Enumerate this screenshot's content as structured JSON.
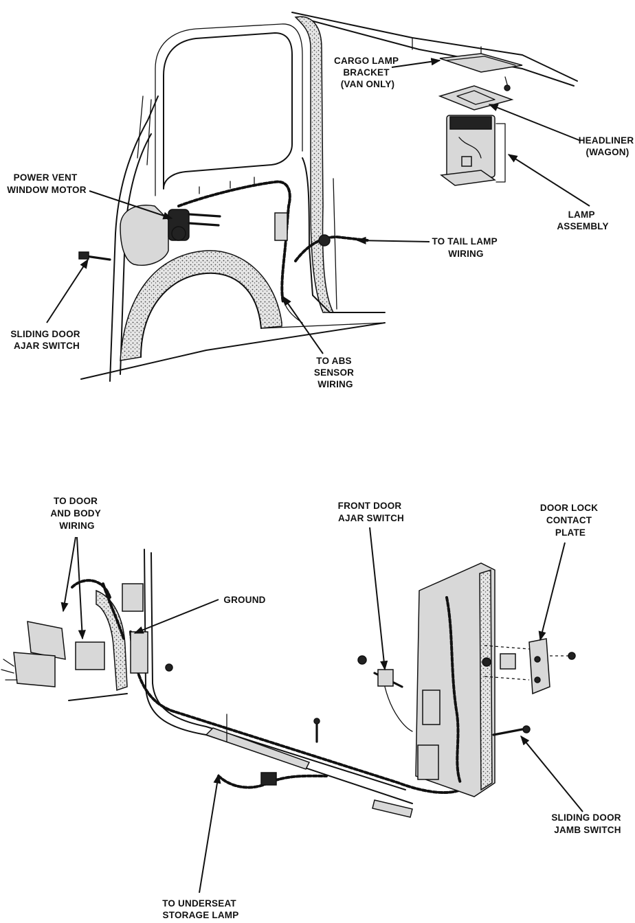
{
  "labels": {
    "cargo_lamp_bracket": [
      "CARGO LAMP",
      "BRACKET",
      "(VAN ONLY)"
    ],
    "headliner": [
      "HEADLINER",
      "(WAGON)"
    ],
    "lamp_assembly": [
      "LAMP",
      "ASSEMBLY"
    ],
    "power_vent_window_motor": [
      "POWER VENT",
      "WINDOW MOTOR"
    ],
    "to_tail_lamp_wiring": [
      "TO TAIL LAMP",
      "WIRING"
    ],
    "sliding_door_ajar_switch": [
      "SLIDING DOOR",
      "AJAR SWITCH"
    ],
    "to_abs_sensor_wiring": [
      "TO ABS",
      "SENSOR",
      "WIRING"
    ],
    "to_door_and_body_wiring": [
      "TO DOOR",
      "AND BODY",
      "WIRING"
    ],
    "front_door_ajar_switch": [
      "FRONT DOOR",
      "AJAR SWITCH"
    ],
    "door_lock_contact_plate": [
      "DOOR LOCK",
      "CONTACT",
      "PLATE"
    ],
    "ground": [
      "GROUND"
    ],
    "sliding_door_jamb_switch": [
      "SLIDING DOOR",
      "JAMB SWITCH"
    ],
    "to_underseat_storage_lamp": [
      "TO UNDERSEAT",
      "STORAGE LAMP"
    ]
  }
}
